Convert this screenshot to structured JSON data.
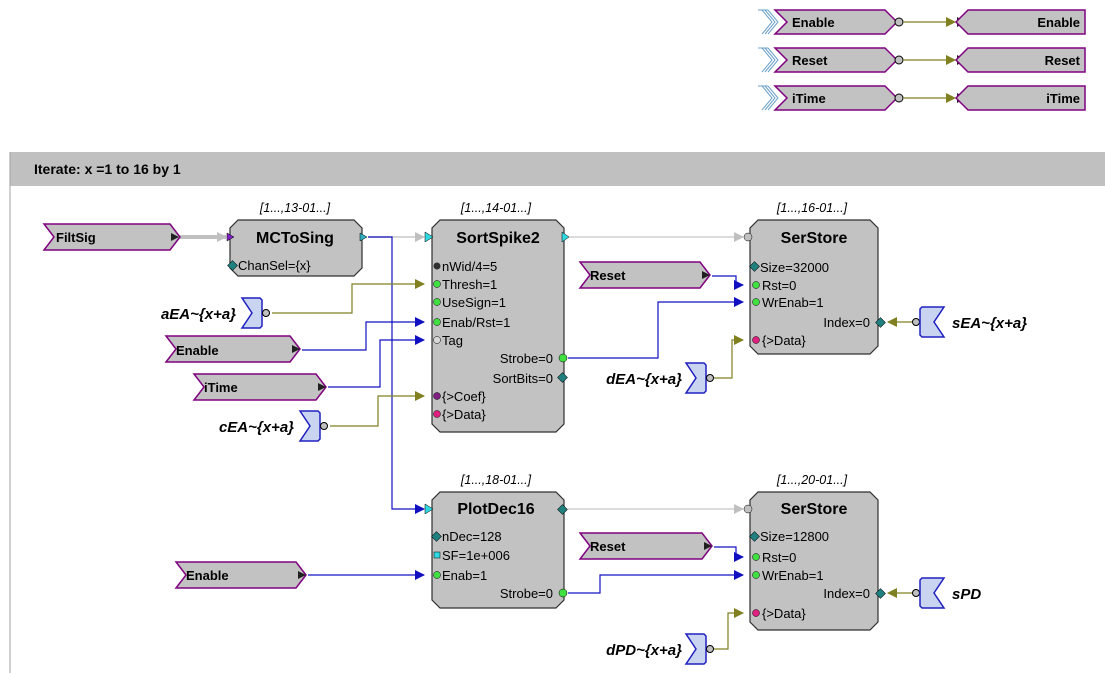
{
  "colors": {
    "block_fill": "#c2c2c2",
    "wire_blue": "#1010c0",
    "wire_olive": "#808020",
    "wire_gray": "#c0c0c0",
    "tag_border": "#800080",
    "const_border": "#2020c0",
    "header_bar": "#c0c0c0"
  },
  "global_tags": [
    {
      "src": "Enable",
      "dst": "Enable"
    },
    {
      "src": "Reset",
      "dst": "Reset"
    },
    {
      "src": "iTime",
      "dst": "iTime"
    }
  ],
  "iterate": {
    "label": "Iterate:  x =1 to 16 by 1"
  },
  "tags": {
    "filtsig": "FiltSig",
    "enable1": "Enable",
    "itime": "iTime",
    "reset1": "Reset",
    "reset2": "Reset",
    "enable2": "Enable"
  },
  "constants": {
    "aEA": "aEA~{x+a}",
    "cEA": "cEA~{x+a}",
    "dEA": "dEA~{x+a}",
    "sEA": "sEA~{x+a}",
    "dPD": "dPD~{x+a}",
    "sPD": "sPD"
  },
  "blocks": {
    "mctosing": {
      "index": "[1...,13-01...]",
      "title": "MCToSing",
      "params": [
        "ChanSel={x}"
      ]
    },
    "sortspike": {
      "index": "[1...,14-01...]",
      "title": "SortSpike2",
      "params": [
        "nWid/4=5",
        "Thresh=1",
        "UseSign=1",
        "Enab/Rst=1",
        "Tag"
      ],
      "outputs": [
        "Strobe=0",
        "SortBits=0"
      ],
      "extras": [
        "{>Coef}",
        "{>Data}"
      ]
    },
    "serstore1": {
      "index": "[1...,16-01...]",
      "title": "SerStore",
      "params": [
        "Size=32000",
        "Rst=0",
        "WrEnab=1"
      ],
      "output": "Index=0",
      "extra": "{>Data}"
    },
    "plotdec": {
      "index": "[1...,18-01...]",
      "title": "PlotDec16",
      "params": [
        "nDec=128",
        "SF=1e+006",
        "Enab=1"
      ],
      "output": "Strobe=0"
    },
    "serstore2": {
      "index": "[1...,20-01...]",
      "title": "SerStore",
      "params": [
        "Size=12800",
        "Rst=0",
        "WrEnab=1"
      ],
      "output": "Index=0",
      "extra": "{>Data}"
    }
  }
}
